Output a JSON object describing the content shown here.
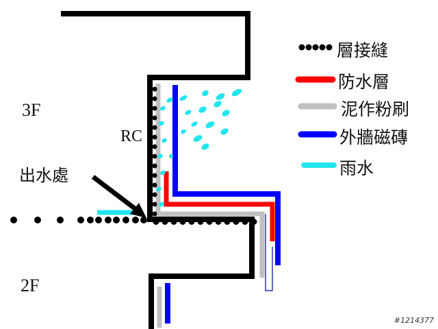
{
  "labels": {
    "floor_upper": "3F",
    "floor_lower": "2F",
    "structure": "RC",
    "outlet": "出水處",
    "watermark": "#1214377"
  },
  "legend": [
    {
      "label": "層接縫",
      "color": "#000000",
      "icon": "dotted-line"
    },
    {
      "label": "防水層",
      "color": "#ff0000",
      "icon": "solid-line"
    },
    {
      "label": "泥作粉刷",
      "color": "#c0c0c0",
      "icon": "solid-line"
    },
    {
      "label": "外牆磁磚",
      "color": "#0000ff",
      "icon": "solid-line"
    },
    {
      "label": "雨水",
      "color": "#22e5ee",
      "icon": "solid-line"
    }
  ],
  "colors": {
    "structure": "#000000",
    "waterproof": "#ff0000",
    "plaster": "#c0c0c0",
    "tile": "#0000ff",
    "rain": "#22e5ee"
  }
}
